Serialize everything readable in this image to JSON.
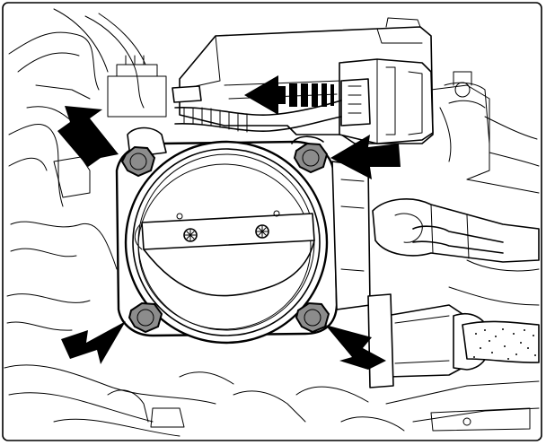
{
  "figure": {
    "subject": "throttle-body",
    "ink_color": "#000000",
    "bolt_color": "#8c8c8c",
    "background": "#ffffff",
    "border": true,
    "mounting_bolts_marked": 4,
    "connector_arrow": "disconnect-direction"
  }
}
